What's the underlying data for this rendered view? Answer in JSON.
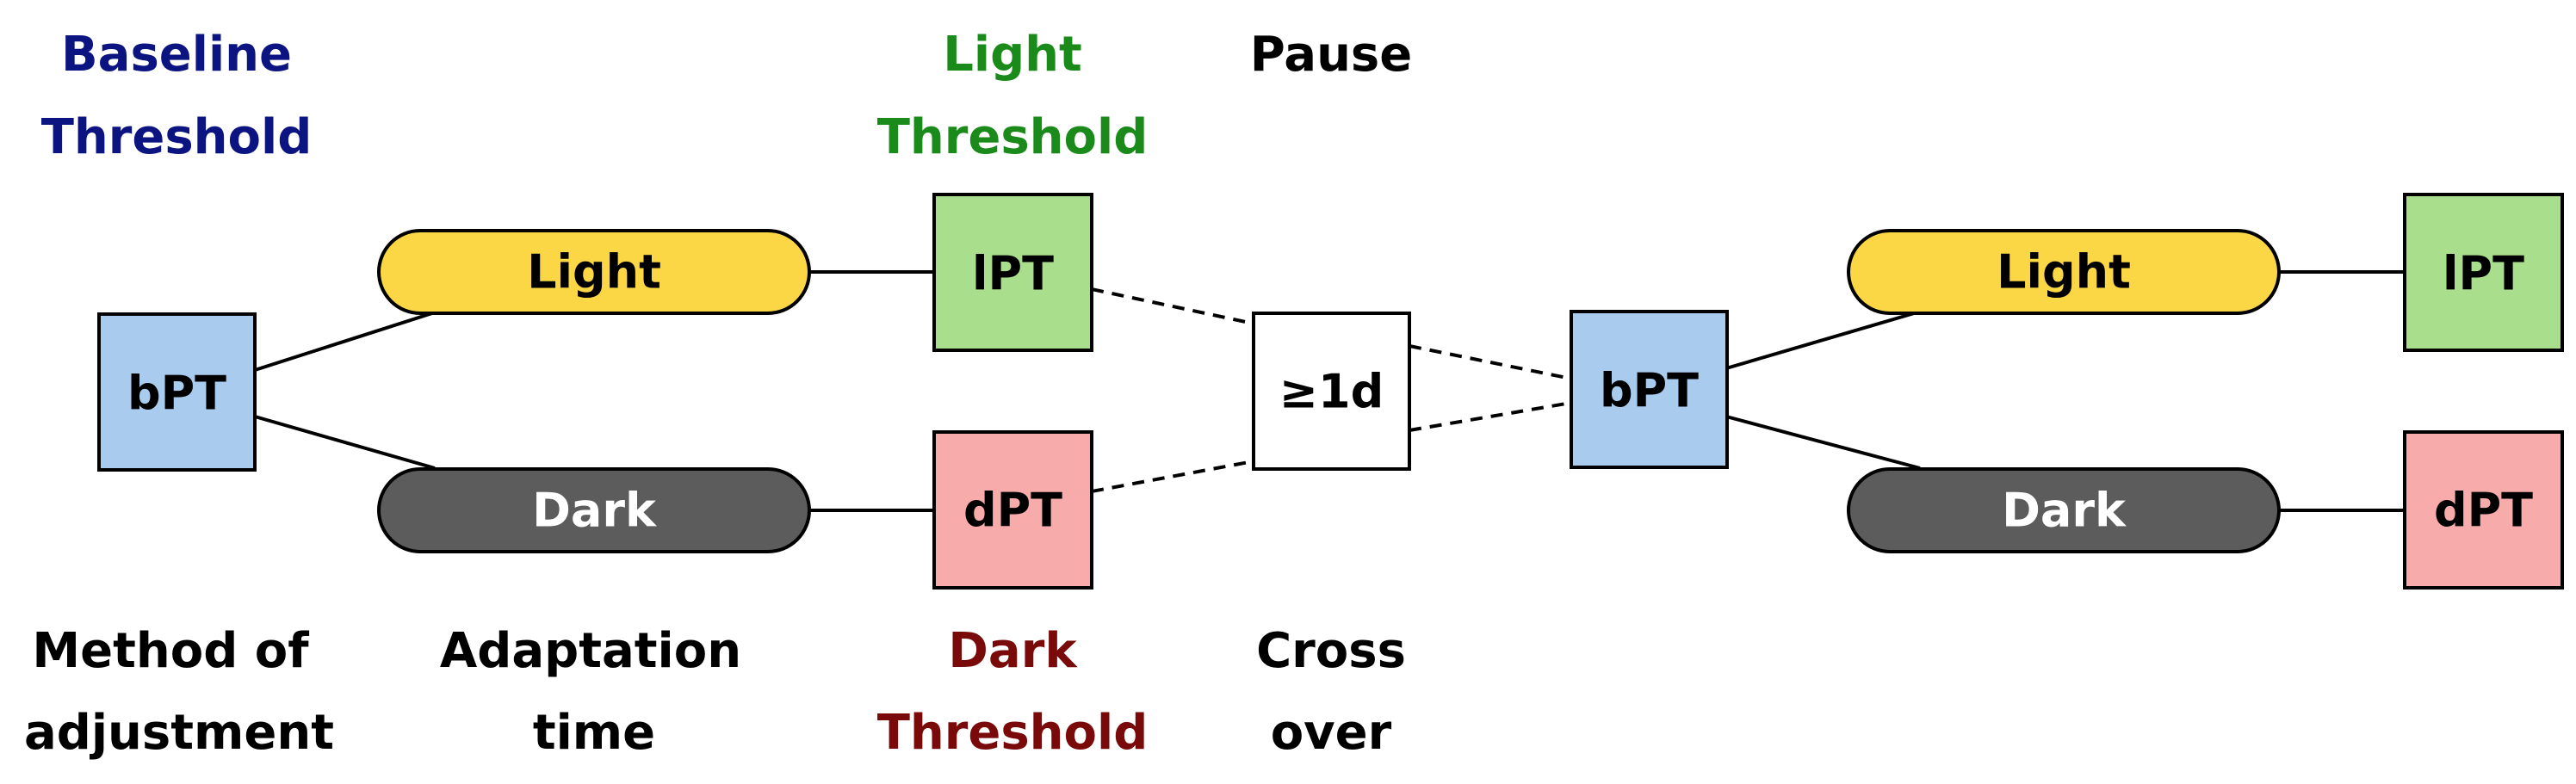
{
  "colors": {
    "baseline_text": "#0b1480",
    "light_text": "#1a8a1a",
    "dark_text": "#7a0a0a",
    "black_text": "#000000",
    "box_blue": "#a9cbee",
    "box_green": "#a9df8c",
    "box_pink": "#f7abab",
    "box_white": "#ffffff",
    "pill_light": "#fbd645",
    "pill_dark": "#5c5c5c",
    "stroke": "#000000"
  },
  "top_labels": {
    "baseline": [
      "Baseline",
      "Threshold"
    ],
    "light_threshold": [
      "Light",
      "Threshold"
    ],
    "pause": "Pause"
  },
  "bottom_labels": {
    "method": [
      "Method of",
      "adjustment"
    ],
    "adaptation": [
      "Adaptation",
      "time"
    ],
    "dark_threshold": [
      "Dark",
      "Threshold"
    ],
    "cross_over": [
      "Cross",
      "over"
    ]
  },
  "session1": {
    "baseline_box": "bPT",
    "light_pill": "Light",
    "dark_pill": "Dark",
    "light_box": "lPT",
    "dark_box": "dPT"
  },
  "pause_box": "≥1d",
  "session2": {
    "baseline_box": "bPT",
    "light_pill": "Light",
    "dark_pill": "Dark",
    "light_box": "lPT",
    "dark_box": "dPT"
  }
}
